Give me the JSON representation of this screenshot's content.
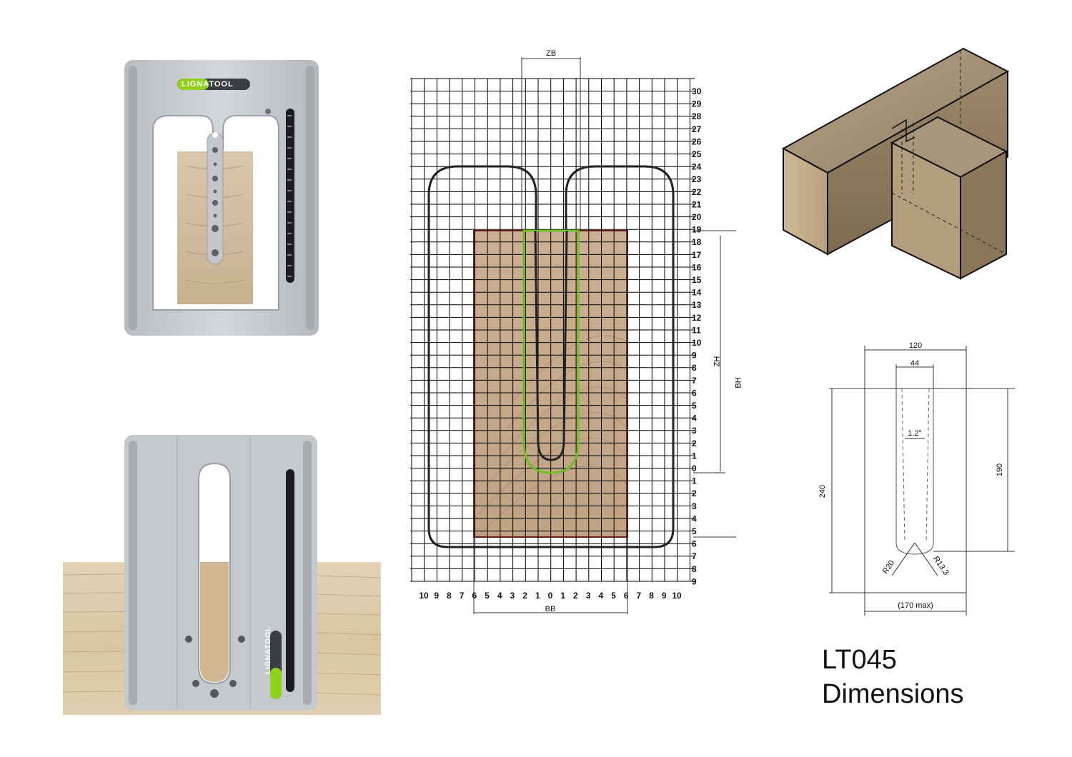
{
  "title": {
    "line1": "LT045",
    "line2": "Dimensions"
  },
  "brand": {
    "logo_text_top": "LIGNATOOL",
    "logo_text_bottom": "LIGNATOOL",
    "accent_color": "#8fd21a"
  },
  "grid_chart": {
    "top_label": "ZB",
    "bottom_label": "BB",
    "right_label_inner": "ZH",
    "right_label_outer": "BH",
    "right_axis_upper": [
      "30",
      "29",
      "28",
      "27",
      "26",
      "25",
      "24",
      "23",
      "22",
      "21",
      "20",
      "19",
      "18",
      "17",
      "16",
      "15",
      "14",
      "13",
      "12",
      "11",
      "10",
      "9",
      "8",
      "7",
      "6",
      "5",
      "4",
      "3",
      "2",
      "1",
      "0"
    ],
    "right_axis_lower": [
      "1",
      "2",
      "3",
      "4",
      "5",
      "6",
      "7",
      "8",
      "9"
    ],
    "bottom_axis": [
      "10",
      "9",
      "8",
      "7",
      "6",
      "5",
      "4",
      "3",
      "2",
      "1",
      "0",
      "1",
      "2",
      "3",
      "4",
      "5",
      "6",
      "7",
      "8",
      "9",
      "10"
    ]
  },
  "drawing": {
    "width_top": "120",
    "width_slot": "44",
    "angle": "1.2°",
    "height_total": "240",
    "height_slot": "190",
    "radius_outer": "R20",
    "radius_inner": "R13,3",
    "width_max": "(170 max)"
  }
}
